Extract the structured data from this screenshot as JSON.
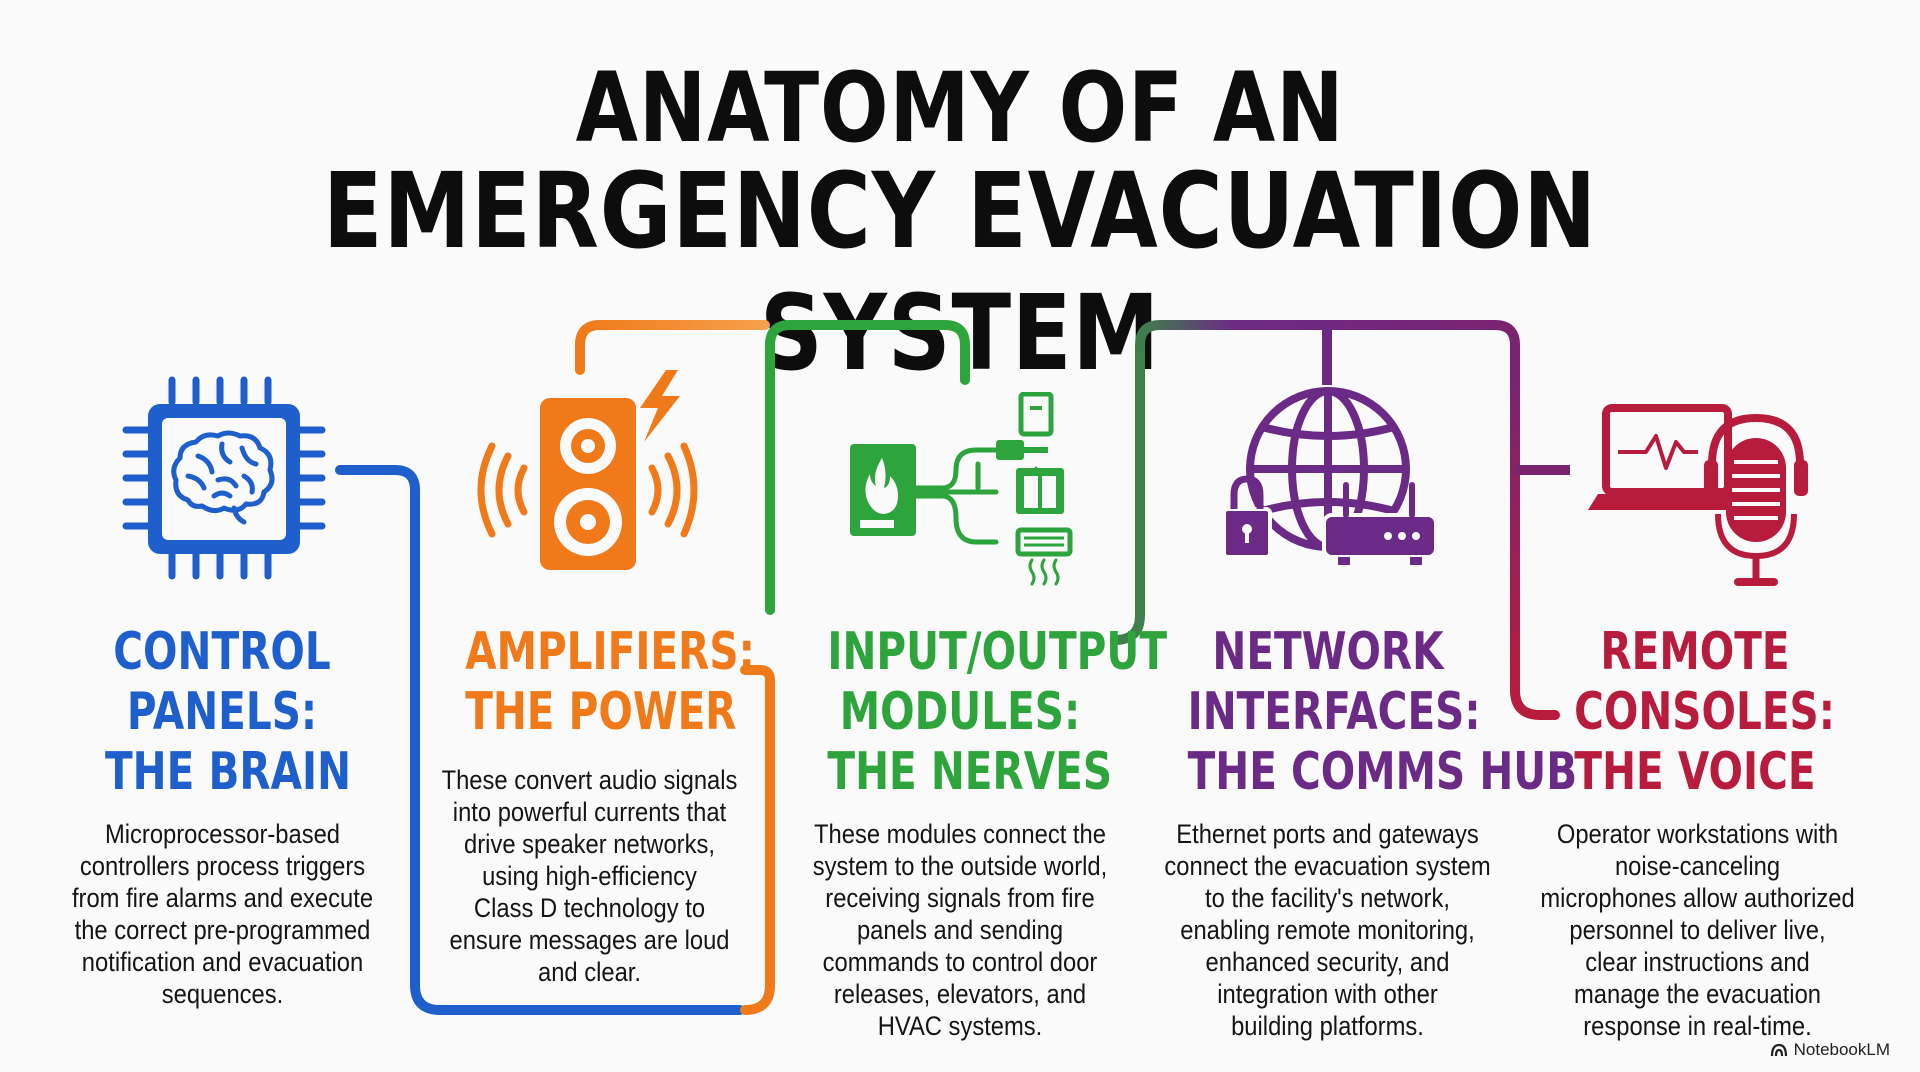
{
  "title": {
    "line1": "ANATOMY OF AN",
    "line2": "EMERGENCY EVACUATION SYSTEM"
  },
  "columns": [
    {
      "title_lines": [
        "CONTROL",
        "PANELS:",
        "THE BRAIN"
      ],
      "desc_lines": [
        "Microprocessor-based",
        "controllers process triggers",
        "from fire alarms and execute",
        "the correct pre-programmed",
        "notification and evacuation",
        "sequences."
      ],
      "icon": "chip-brain-icon",
      "color": "#1f5fcc"
    },
    {
      "title_lines": [
        "AMPLIFIERS:",
        "THE POWER"
      ],
      "desc_lines": [
        "These convert audio signals",
        "into powerful currents that",
        "drive speaker networks,",
        "using high-efficiency",
        "Class D technology to",
        "ensure messages are loud",
        "and clear."
      ],
      "icon": "speaker-lightning-icon",
      "color": "#f07a1a"
    },
    {
      "title_lines": [
        "INPUT/OUTPUT",
        "MODULES:",
        "THE NERVES"
      ],
      "desc_lines": [
        "These modules connect the",
        "system to the outside world,",
        "receiving signals from fire",
        "panels and sending",
        "commands to control door",
        "releases, elevators, and",
        "HVAC systems."
      ],
      "icon": "io-module-icon",
      "color": "#2ea43c"
    },
    {
      "title_lines": [
        "NETWORK",
        "INTERFACES:",
        "THE COMMS HUB"
      ],
      "desc_lines": [
        "Ethernet ports and gateways",
        "connect the evacuation system",
        "to the facility's network,",
        "enabling remote monitoring,",
        "enhanced security, and",
        "integration with other",
        "building platforms."
      ],
      "icon": "globe-router-icon",
      "color": "#6b2a86"
    },
    {
      "title_lines": [
        "REMOTE",
        "CONSOLES:",
        "THE VOICE"
      ],
      "desc_lines": [
        "Operator workstations with",
        "noise-canceling",
        "microphones allow authorized",
        "personnel to deliver live,",
        "clear instructions and",
        "manage the evacuation",
        "response in real-time."
      ],
      "icon": "laptop-microphone-icon",
      "color": "#b81c3c"
    }
  ],
  "brand": {
    "label": "NotebookLM"
  }
}
